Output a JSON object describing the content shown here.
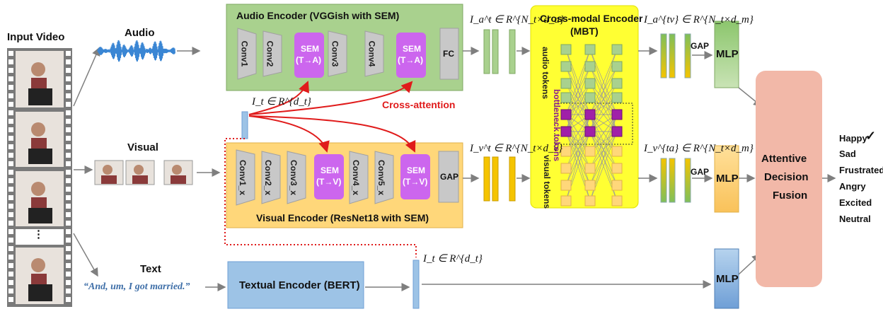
{
  "input_video": {
    "title": "Input Video",
    "ellipsis": "⋮"
  },
  "modalities": {
    "audio": "Audio",
    "visual": "Visual",
    "text": "Text"
  },
  "text_quote": "“And, um, I got married.”",
  "audio_encoder": {
    "title": "Audio Encoder (VGGish with SEM)",
    "blocks": [
      "Conv1",
      "Conv2",
      "SEM (T→A)",
      "Conv3",
      "Conv4",
      "SEM (T→A)",
      "FC"
    ]
  },
  "visual_encoder": {
    "title": "Visual Encoder (ResNet18 with SEM)",
    "blocks": [
      "Conv1_x",
      "Conv2_x",
      "Conv3_x",
      "SEM (T→V)",
      "Conv4_x",
      "Conv5_x",
      "SEM (T→V)",
      "GAP"
    ]
  },
  "sem_audio": {
    "line1": "SEM",
    "line2": "(T→A)"
  },
  "sem_visual": {
    "line1": "SEM",
    "line2": "(T→V)"
  },
  "textual_encoder": {
    "title": "Textual Encoder (BERT)"
  },
  "cross_attention": "Cross-attention",
  "text_feature_upper": {
    "main": "I",
    "sub": "t",
    "rest": " ∈ R",
    "sup": "d",
    "supsub": "t"
  },
  "cross_modal": {
    "title_line1": "Cross-modal Encoder",
    "title_line2": "(MBT)",
    "audio_tokens": "audio tokens",
    "bottleneck_tokens": "bottleneck tokens",
    "visual_tokens": "visual tokens"
  },
  "features": {
    "audio_in": "I_a^t ∈ R^{N_t×d_a}",
    "visual_in": "I_v^t ∈ R^{N_t×d_v}",
    "audio_out": "I_a^{tv} ∈ R^{N_t×d_m}",
    "visual_out": "I_v^{ta} ∈ R^{N_t×d_m}",
    "text": "I_t ∈ R^{d_t}"
  },
  "gap": "GAP",
  "mlp": "MLP",
  "fusion": {
    "line1": "Attentive",
    "line2": "Decision",
    "line3": "Fusion"
  },
  "emotions": [
    "Happy",
    "Sad",
    "Frustrated",
    "Angry",
    "Excited",
    "Neutral"
  ],
  "check": "✓",
  "colors": {
    "audio_bg": "#a9d18e",
    "visual_bg": "#ffd77a",
    "sem": "#cc66ee",
    "mbt_bg": "#ffff33",
    "fusion": "#f2b8a8",
    "text_enc": "#9dc3e6",
    "red": "#e01b1b"
  }
}
